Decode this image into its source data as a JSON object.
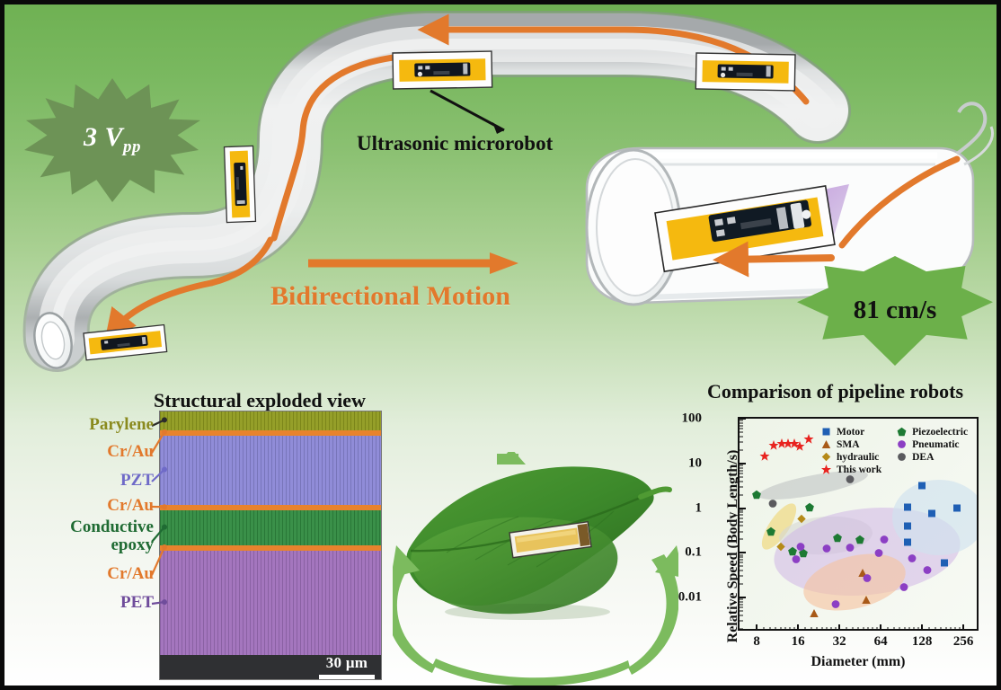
{
  "figure": {
    "background_top": "#6fb153",
    "background_bottom": "#ffffff",
    "border_color": "#0a0a0a"
  },
  "badges": {
    "voltage": {
      "value": "3",
      "unit": "V",
      "subscript": "pp",
      "full": "3 Vpp",
      "color": "#6d9356",
      "text_color": "#ffffff"
    },
    "speed": {
      "label": "81 cm/s",
      "color": "#6cb04a",
      "text_color": "#111111"
    }
  },
  "labels": {
    "microrobot": "Ultrasonic microrobot",
    "bidirectional": "Bidirectional Motion",
    "bidirectional_color": "#e2792c",
    "structural_title": "Structural exploded view",
    "comparison_title": "Comparison of pipeline robots"
  },
  "sem": {
    "layers": [
      {
        "name": "Parylene",
        "label": "Parylene",
        "color": "#8f9a1e",
        "text_color": "#8a8a1e",
        "thickness_pct": 7,
        "arrow_color": "#2b2b2b"
      },
      {
        "name": "Cr/Au-top",
        "label": "Cr/Au",
        "color": "#e8832d",
        "text_color": "#e2792c",
        "thickness_pct": 2,
        "arrow_color": "#e2792c"
      },
      {
        "name": "PZT",
        "label": "PZT",
        "color": "#8a86d6",
        "text_color": "#6f6ac8",
        "thickness_pct": 26,
        "arrow_color": "#6f6ac8"
      },
      {
        "name": "Cr/Au-mid",
        "label": "Cr/Au",
        "color": "#e8832d",
        "text_color": "#e2792c",
        "thickness_pct": 2,
        "arrow_color": "#e2792c"
      },
      {
        "name": "epoxy",
        "label": "Conductive epoxy",
        "color": "#2f8a3f",
        "text_color": "#1f6b33",
        "thickness_pct": 13,
        "arrow_color": "#1f6b33"
      },
      {
        "name": "Cr/Au-bot",
        "label": "Cr/Au",
        "color": "#e8832d",
        "text_color": "#e2792c",
        "thickness_pct": 2,
        "arrow_color": "#e2792c"
      },
      {
        "name": "PET",
        "label": "PET",
        "color": "#9f6fbb",
        "text_color": "#6f4c9b",
        "thickness_pct": 39,
        "arrow_color": "#6f4c9b"
      },
      {
        "name": "substrate",
        "label": "",
        "color": "#2f3033",
        "text_color": "#2f3033",
        "thickness_pct": 9,
        "arrow_color": "#2f3033"
      }
    ],
    "scalebar": "30 μm"
  },
  "chart_data": {
    "type": "scatter",
    "title": "Comparison of pipeline robots",
    "xlabel": "Diameter (mm)",
    "ylabel": "Relative Speed (Body Length/s)",
    "xscale": "log2",
    "yscale": "log10",
    "xlim": [
      6,
      320
    ],
    "ylim": [
      0.002,
      100
    ],
    "xticks": [
      "8",
      "16",
      "32",
      "64",
      "128",
      "256"
    ],
    "xtick_values": [
      8,
      16,
      32,
      64,
      128,
      256
    ],
    "yticks": [
      "0.01",
      "0.1",
      "1",
      "10",
      "100"
    ],
    "ytick_values": [
      0.01,
      0.1,
      1,
      10,
      100
    ],
    "grid": false,
    "legend_position": "top-right",
    "series": [
      {
        "name": "Motor",
        "marker": "square",
        "color": "#1f5fb4",
        "points": [
          {
            "x": 128,
            "y": 3.0
          },
          {
            "x": 100,
            "y": 1.0
          },
          {
            "x": 150,
            "y": 0.7
          },
          {
            "x": 230,
            "y": 0.95
          },
          {
            "x": 100,
            "y": 0.38
          },
          {
            "x": 100,
            "y": 0.16
          },
          {
            "x": 185,
            "y": 0.057
          }
        ]
      },
      {
        "name": "SMA",
        "marker": "triangle",
        "color": "#a85a18",
        "points": [
          {
            "x": 47,
            "y": 0.033
          },
          {
            "x": 50,
            "y": 0.0085
          },
          {
            "x": 21,
            "y": 0.0042
          }
        ]
      },
      {
        "name": "hydraulic",
        "marker": "diamond",
        "color": "#b58a18",
        "points": [
          {
            "x": 12,
            "y": 0.13
          },
          {
            "x": 17,
            "y": 0.55
          }
        ]
      },
      {
        "name": "This work",
        "marker": "star",
        "color": "#e8231f",
        "points": [
          {
            "x": 9.2,
            "y": 14
          },
          {
            "x": 10.6,
            "y": 24
          },
          {
            "x": 12.2,
            "y": 26
          },
          {
            "x": 13.6,
            "y": 26
          },
          {
            "x": 15.0,
            "y": 26
          },
          {
            "x": 16.4,
            "y": 23
          },
          {
            "x": 19.0,
            "y": 33
          }
        ]
      },
      {
        "name": "Piezoelectric",
        "marker": "pentagon",
        "color": "#1d7a33",
        "points": [
          {
            "x": 8.0,
            "y": 1.85
          },
          {
            "x": 19.5,
            "y": 1.0
          },
          {
            "x": 10.2,
            "y": 0.28
          },
          {
            "x": 14.5,
            "y": 0.1
          },
          {
            "x": 17.5,
            "y": 0.095
          },
          {
            "x": 31,
            "y": 0.2
          },
          {
            "x": 45,
            "y": 0.19
          }
        ]
      },
      {
        "name": "Pneumatic",
        "marker": "circle",
        "color": "#8c3fc4",
        "points": [
          {
            "x": 15.5,
            "y": 0.067
          },
          {
            "x": 16.8,
            "y": 0.13
          },
          {
            "x": 26,
            "y": 0.115
          },
          {
            "x": 38,
            "y": 0.125
          },
          {
            "x": 30,
            "y": 0.0068
          },
          {
            "x": 51,
            "y": 0.025
          },
          {
            "x": 62,
            "y": 0.095
          },
          {
            "x": 68,
            "y": 0.19
          },
          {
            "x": 108,
            "y": 0.071
          },
          {
            "x": 140,
            "y": 0.038
          },
          {
            "x": 95,
            "y": 0.016
          }
        ]
      },
      {
        "name": "DEA",
        "marker": "circle",
        "color": "#5a5a5e",
        "points": [
          {
            "x": 10.5,
            "y": 1.2
          },
          {
            "x": 38,
            "y": 4.1
          }
        ]
      }
    ],
    "cluster_blobs": [
      {
        "name": "dea-band",
        "color": "#b8bbbd"
      },
      {
        "name": "hydraulic-band",
        "color": "#f2dc8c"
      },
      {
        "name": "grey-band",
        "color": "#d7d9d4"
      },
      {
        "name": "pneumatic-blob",
        "color": "#d9c6ea"
      },
      {
        "name": "motor-blob",
        "color": "#d6e6ee"
      },
      {
        "name": "sma-blob",
        "color": "#f7c9a8"
      }
    ]
  }
}
